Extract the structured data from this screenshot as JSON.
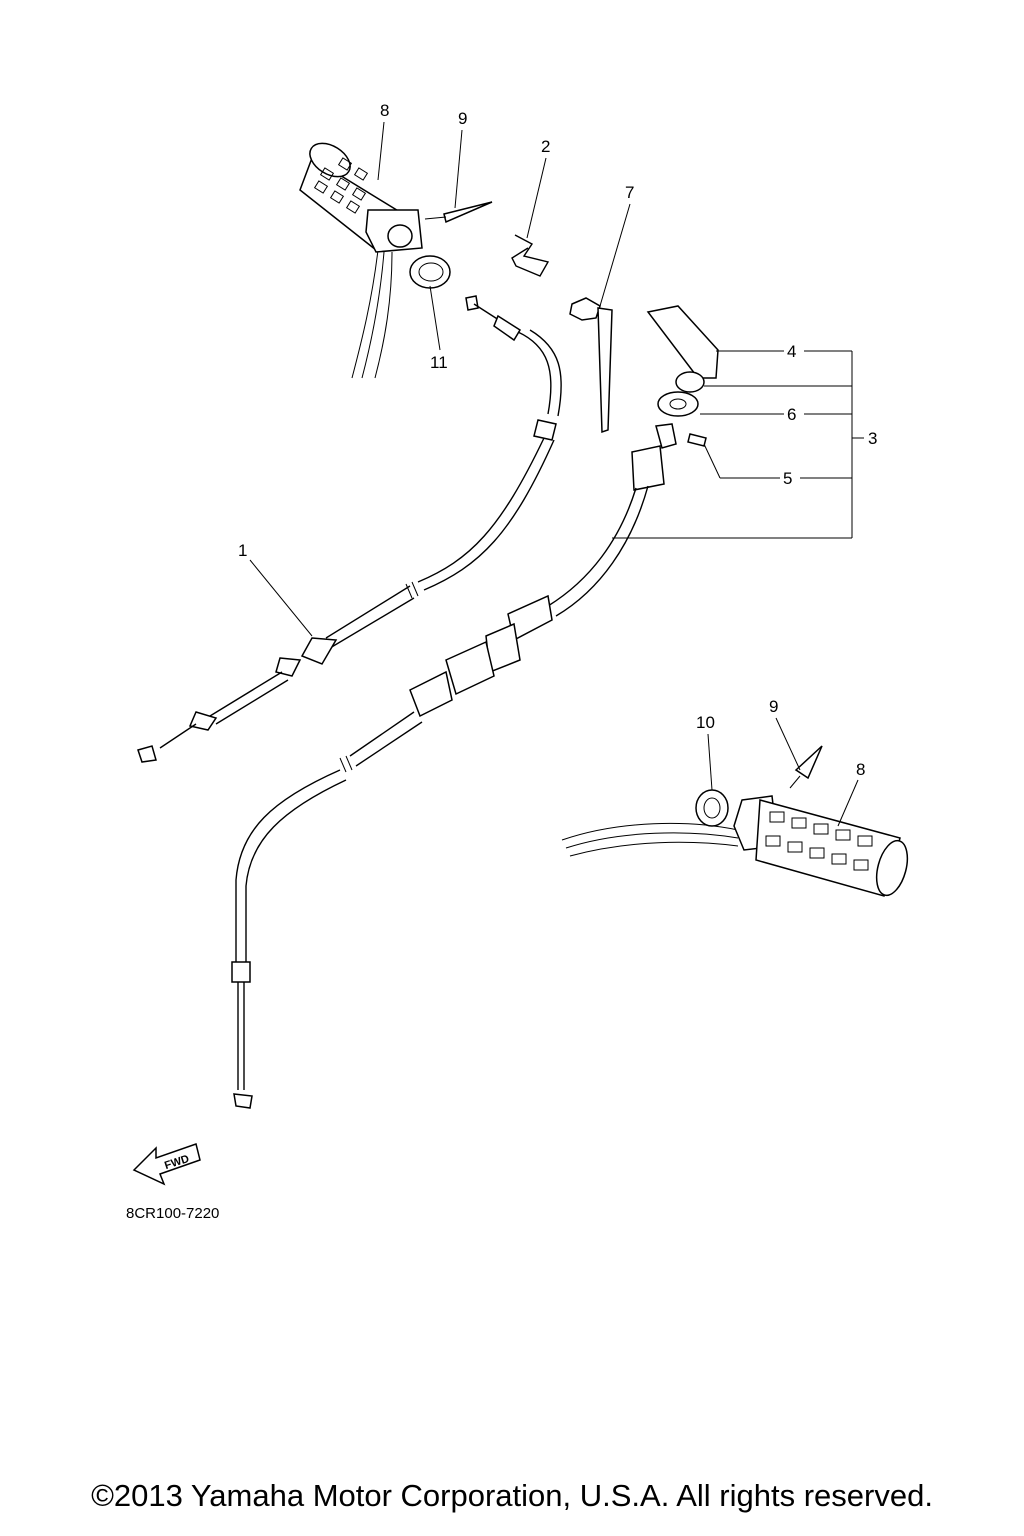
{
  "diagram": {
    "callouts": {
      "c1": "1",
      "c2": "2",
      "c3": "3",
      "c4": "4",
      "c5": "5",
      "c6": "6",
      "c7": "7",
      "c8_top": "8",
      "c8_bottom": "8",
      "c9_top": "9",
      "c9_bottom": "9",
      "c10": "10",
      "c11": "11"
    },
    "fwd_label": "FWD",
    "drawing_code": "8CR100-7220"
  },
  "footer": {
    "copyright": "©2013 Yamaha Motor Corporation, U.S.A. All rights reserved."
  }
}
